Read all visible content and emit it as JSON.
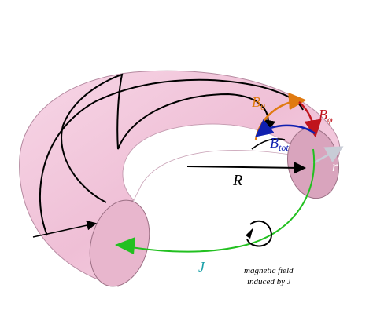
{
  "labels": {
    "b_theta": "B",
    "b_theta_sub": "θ",
    "b_phi": "B",
    "b_phi_sub": "φ",
    "b_tot": "B",
    "b_tot_sub": "tot",
    "major_radius": "R",
    "minor_radius": "r",
    "current": "J",
    "induced_line1": "magnetic field",
    "induced_line2": "induced by J"
  },
  "colors": {
    "torus_fill": "#f4c7dc",
    "torus_inner": "#e6b0c9",
    "b_theta": "#e07a10",
    "b_phi": "#c0141c",
    "b_tot": "#1020b0",
    "current": "#22c020",
    "current_label": "#1aa0a8",
    "r_arrow": "#c8ccd6",
    "field_lines": "#000000"
  }
}
